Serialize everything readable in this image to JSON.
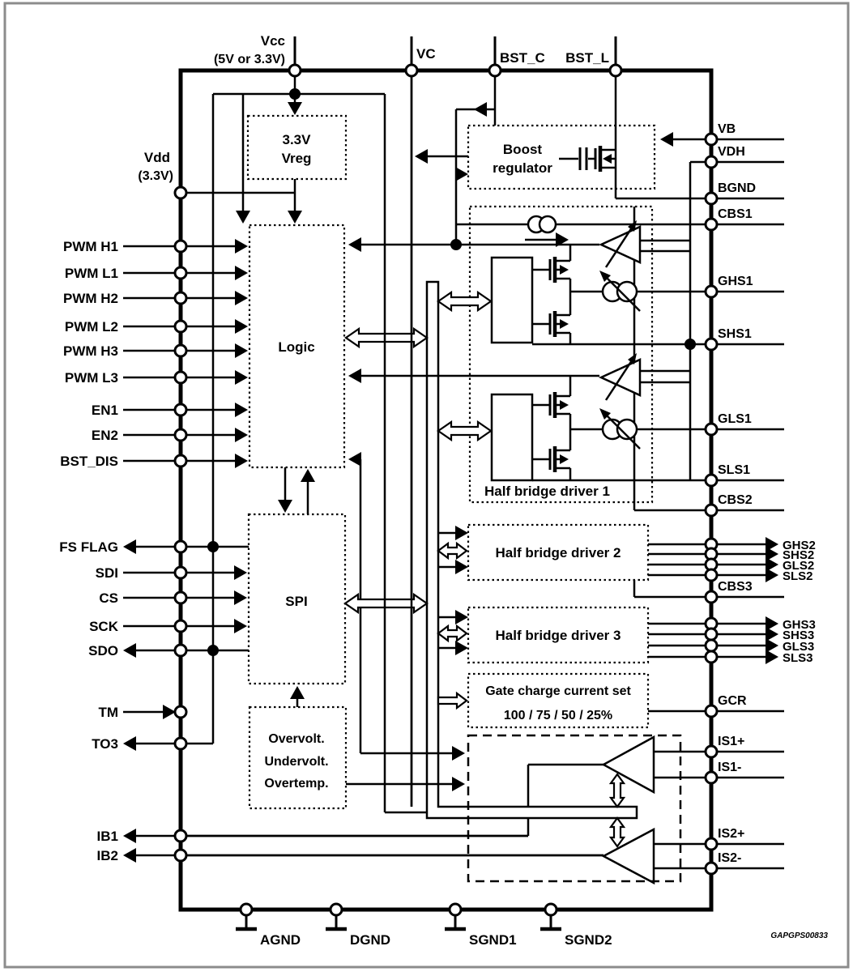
{
  "figure": {
    "watermark": "GAPGPS00833"
  },
  "colors": {
    "background": "#ffffff",
    "frame": "#8c8c8c",
    "wire": "#000000",
    "text": "#000000"
  },
  "blocks": {
    "vreg": {
      "lines": [
        "3.3V",
        "Vreg"
      ]
    },
    "logic": {
      "label": "Logic"
    },
    "spi": {
      "label": "SPI"
    },
    "protection": {
      "lines": [
        "Overvolt.",
        "Undervolt.",
        "Overtemp."
      ]
    },
    "boost": {
      "lines": [
        "Boost",
        "regulator"
      ]
    },
    "hbd1": {
      "label": "Half bridge driver 1"
    },
    "hbd2": {
      "label": "Half bridge driver 2"
    },
    "hbd3": {
      "label": "Half bridge driver 3"
    },
    "gate_charge": {
      "title": "Gate charge current set",
      "values": "100 / 75 / 50 / 25%"
    }
  },
  "pins": {
    "top": [
      {
        "name": "Vcc",
        "sub": "(5V or 3.3V)",
        "dir": "in"
      },
      {
        "name": "VC",
        "dir": "in"
      },
      {
        "name": "BST_C",
        "dir": "in"
      },
      {
        "name": "BST_L",
        "dir": "in"
      }
    ],
    "left": [
      {
        "name": "Vdd",
        "sub": "(3.3V)",
        "dir": "in"
      },
      {
        "name": "PWM H1",
        "dir": "in"
      },
      {
        "name": "PWM L1",
        "dir": "in"
      },
      {
        "name": "PWM H2",
        "dir": "in"
      },
      {
        "name": "PWM L2",
        "dir": "in"
      },
      {
        "name": "PWM H3",
        "dir": "in"
      },
      {
        "name": "PWM L3",
        "dir": "in"
      },
      {
        "name": "EN1",
        "dir": "in"
      },
      {
        "name": "EN2",
        "dir": "in"
      },
      {
        "name": "BST_DIS",
        "dir": "in"
      },
      {
        "name": "FS FLAG",
        "dir": "out"
      },
      {
        "name": "SDI",
        "dir": "in"
      },
      {
        "name": "CS",
        "dir": "in"
      },
      {
        "name": "SCK",
        "dir": "in"
      },
      {
        "name": "SDO",
        "dir": "out"
      },
      {
        "name": "TM",
        "dir": "in"
      },
      {
        "name": "TO3",
        "dir": "out"
      },
      {
        "name": "IB1",
        "dir": "out"
      },
      {
        "name": "IB2",
        "dir": "out"
      }
    ],
    "right": [
      {
        "name": "VB"
      },
      {
        "name": "VDH"
      },
      {
        "name": "BGND"
      },
      {
        "name": "CBS1"
      },
      {
        "name": "GHS1"
      },
      {
        "name": "SHS1"
      },
      {
        "name": "GLS1"
      },
      {
        "name": "SLS1"
      },
      {
        "name": "CBS2"
      },
      {
        "name": "GHS2",
        "dir": "out"
      },
      {
        "name": "SHS2",
        "dir": "out"
      },
      {
        "name": "GLS2",
        "dir": "out"
      },
      {
        "name": "SLS2",
        "dir": "out"
      },
      {
        "name": "CBS3"
      },
      {
        "name": "GHS3",
        "dir": "out"
      },
      {
        "name": "SHS3",
        "dir": "out"
      },
      {
        "name": "GLS3",
        "dir": "out"
      },
      {
        "name": "SLS3",
        "dir": "out"
      },
      {
        "name": "GCR"
      },
      {
        "name": "IS1+"
      },
      {
        "name": "IS1-"
      },
      {
        "name": "IS2+"
      },
      {
        "name": "IS2-"
      }
    ],
    "bottom": [
      {
        "name": "AGND"
      },
      {
        "name": "DGND"
      },
      {
        "name": "SGND1"
      },
      {
        "name": "SGND2"
      }
    ]
  }
}
